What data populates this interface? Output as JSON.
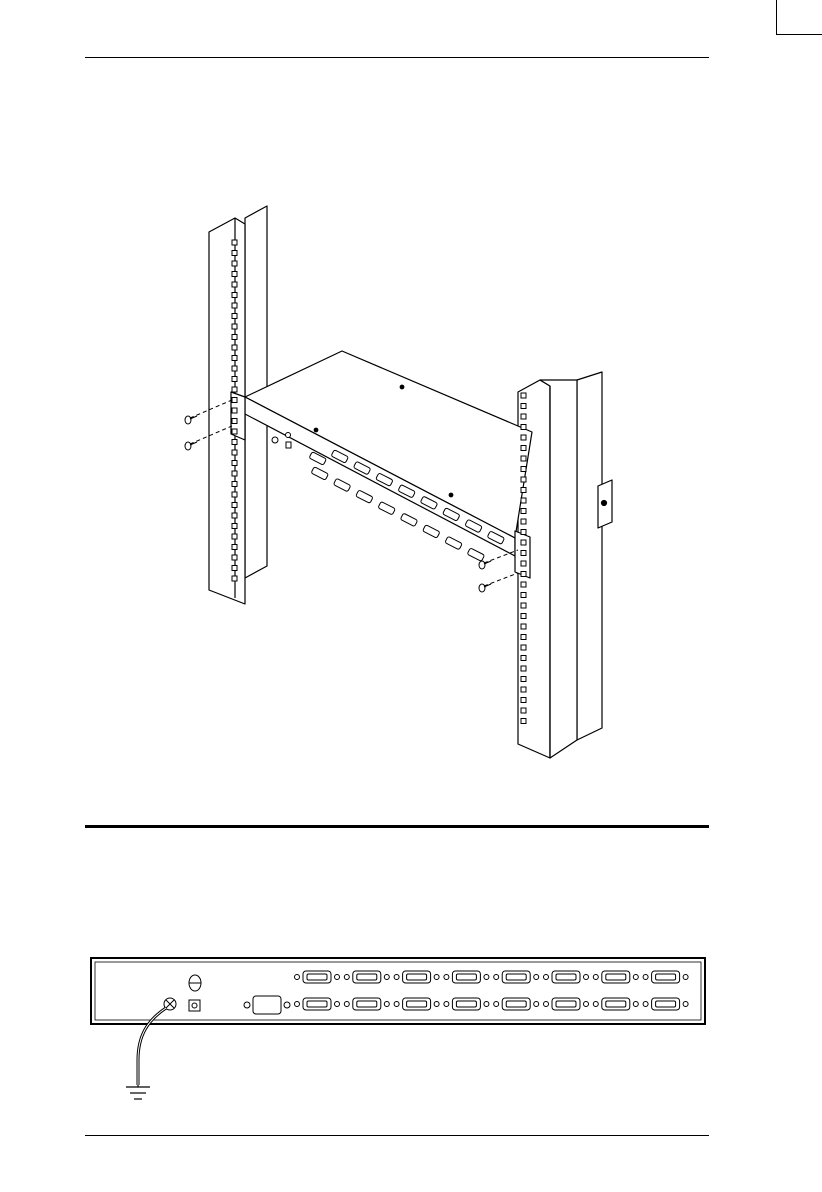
{
  "document": {
    "top_figure": "rack-mount-installation",
    "bottom_figure": "rear-panel-grounding",
    "port_rows": 2,
    "ports_per_row": 8,
    "colors": {
      "line": "#000000",
      "background": "#ffffff"
    }
  }
}
